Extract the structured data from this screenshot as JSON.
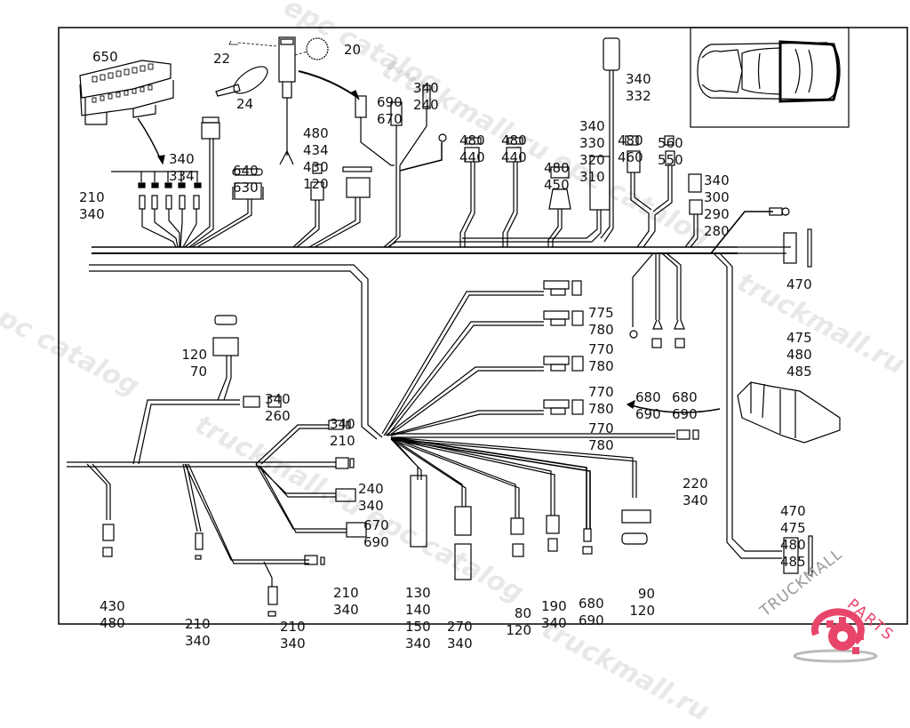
{
  "diagram": {
    "title": "Wiring harness parts diagram",
    "frame": {
      "stroke": "#000000"
    },
    "callouts": [
      {
        "id": "c650",
        "lines": [
          "650"
        ]
      },
      {
        "id": "c22",
        "lines": [
          "22"
        ]
      },
      {
        "id": "c24",
        "lines": [
          "24"
        ]
      },
      {
        "id": "c20",
        "lines": [
          "20"
        ]
      },
      {
        "id": "c480-434-430-120",
        "lines": [
          "480",
          "434",
          "430",
          "120"
        ]
      },
      {
        "id": "c690-670",
        "lines": [
          "690",
          "670"
        ]
      },
      {
        "id": "c340-240-top",
        "lines": [
          "340",
          "240"
        ]
      },
      {
        "id": "c340-334",
        "lines": [
          "340",
          "334"
        ]
      },
      {
        "id": "c640-630",
        "lines": [
          "640",
          "630"
        ]
      },
      {
        "id": "c210-340-top",
        "lines": [
          "210",
          "340"
        ]
      },
      {
        "id": "c480-440-a",
        "lines": [
          "480",
          "440"
        ]
      },
      {
        "id": "c480-440-b",
        "lines": [
          "480",
          "440"
        ]
      },
      {
        "id": "c480-450",
        "lines": [
          "480",
          "450"
        ]
      },
      {
        "id": "c340-330-320-310",
        "lines": [
          "340",
          "330",
          "320",
          "310"
        ]
      },
      {
        "id": "c340-332",
        "lines": [
          "340",
          "332"
        ]
      },
      {
        "id": "c480-460",
        "lines": [
          "480",
          "460"
        ]
      },
      {
        "id": "c560-550",
        "lines": [
          "560",
          "550"
        ]
      },
      {
        "id": "c340-300-290-280",
        "lines": [
          "340",
          "300",
          "290",
          "280"
        ]
      },
      {
        "id": "c470-top",
        "lines": [
          "470"
        ]
      },
      {
        "id": "c475-480-485",
        "lines": [
          "475",
          "480",
          "485"
        ]
      },
      {
        "id": "c775-780",
        "lines": [
          "775",
          "780"
        ]
      },
      {
        "id": "c770-780-a",
        "lines": [
          "770",
          "780"
        ]
      },
      {
        "id": "c770-780-b",
        "lines": [
          "770",
          "780"
        ]
      },
      {
        "id": "c770-780-c",
        "lines": [
          "770",
          "780"
        ]
      },
      {
        "id": "c680-690-a",
        "lines": [
          "680",
          "690"
        ]
      },
      {
        "id": "c680-690-b",
        "lines": [
          "680",
          "690"
        ]
      },
      {
        "id": "c120-70",
        "lines": [
          "120",
          "70"
        ]
      },
      {
        "id": "c340-260",
        "lines": [
          "340",
          "260"
        ]
      },
      {
        "id": "c340-210-mid",
        "lines": [
          "340",
          "210"
        ]
      },
      {
        "id": "c240-340",
        "lines": [
          "240",
          "340"
        ]
      },
      {
        "id": "c670-690",
        "lines": [
          "670",
          "690"
        ]
      },
      {
        "id": "c210-340-r",
        "lines": [
          "210",
          "340"
        ]
      },
      {
        "id": "c210-340-b1",
        "lines": [
          "210",
          "340"
        ]
      },
      {
        "id": "c210-340-b2",
        "lines": [
          "210",
          "340"
        ]
      },
      {
        "id": "c430-480",
        "lines": [
          "430",
          "480"
        ]
      },
      {
        "id": "c130-140-150-340",
        "lines": [
          "130",
          "140",
          "150",
          "340"
        ]
      },
      {
        "id": "c270-340",
        "lines": [
          "270",
          "340"
        ]
      },
      {
        "id": "c80-120",
        "lines": [
          "80",
          "120"
        ]
      },
      {
        "id": "c190-340",
        "lines": [
          "190",
          "340"
        ]
      },
      {
        "id": "c680-690-c",
        "lines": [
          "680",
          "690"
        ]
      },
      {
        "id": "c90-120",
        "lines": [
          "90",
          "120"
        ]
      },
      {
        "id": "c220-340",
        "lines": [
          "220",
          "340"
        ]
      },
      {
        "id": "c470-475-480-485",
        "lines": [
          "470",
          "475",
          "480",
          "485"
        ]
      }
    ]
  },
  "watermarks": {
    "text_a": "truckmall.ru epc catalog",
    "text_b": "truckmall.ru",
    "text_c": "epc catalog",
    "color": "#000000"
  },
  "logo": {
    "text_left": "TRUCKMALL",
    "text_right": "PARTS",
    "accent": "#e8456b",
    "gray": "#9a9a9a"
  }
}
